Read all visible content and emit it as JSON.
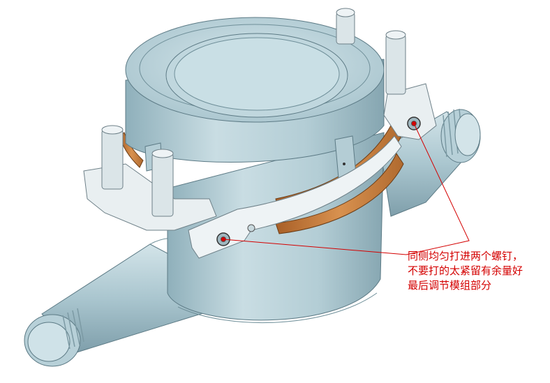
{
  "annotation": {
    "lines": [
      "同侧均匀打进两个螺钉，",
      "不要打的太紧留有余量好",
      "最后调节模组部分"
    ]
  },
  "colors": {
    "body": "#b9d2da",
    "body_dark": "#8fb0bb",
    "bracket": "#e9eff1",
    "band": "#c57a3a",
    "annotation": "#d40000"
  }
}
